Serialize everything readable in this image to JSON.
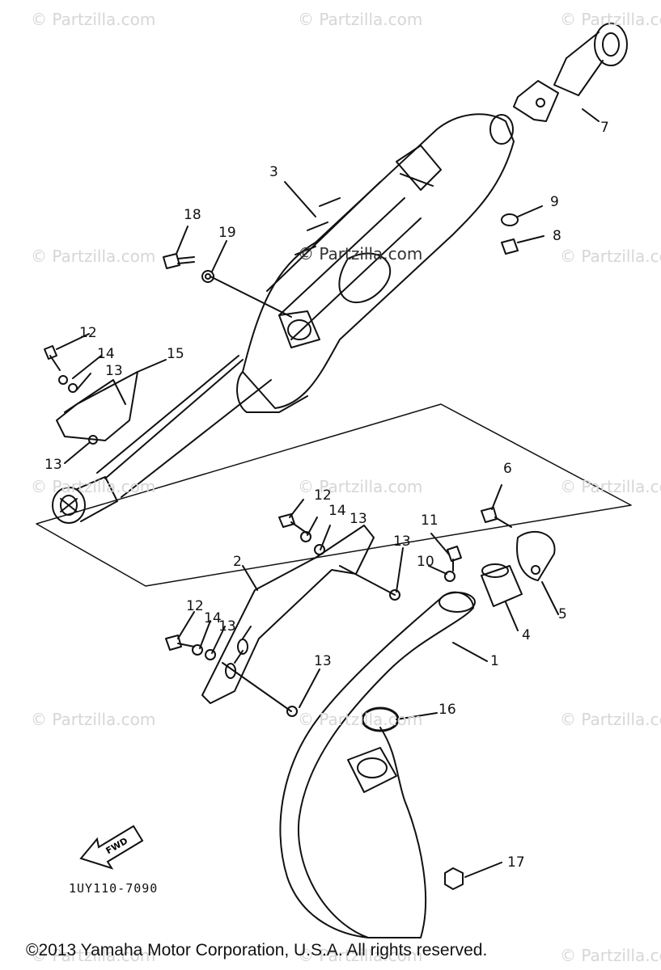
{
  "watermark": "© Partzilla.com",
  "callouts": [
    {
      "id": "c1",
      "text": "1"
    },
    {
      "id": "c2",
      "text": "2"
    },
    {
      "id": "c3",
      "text": "3"
    },
    {
      "id": "c4",
      "text": "4"
    },
    {
      "id": "c5",
      "text": "5"
    },
    {
      "id": "c6",
      "text": "6"
    },
    {
      "id": "c7",
      "text": "7"
    },
    {
      "id": "c8",
      "text": "8"
    },
    {
      "id": "c9",
      "text": "9"
    },
    {
      "id": "c10",
      "text": "10"
    },
    {
      "id": "c11",
      "text": "11"
    },
    {
      "id": "c12a",
      "text": "12"
    },
    {
      "id": "c12b",
      "text": "12"
    },
    {
      "id": "c12c",
      "text": "12"
    },
    {
      "id": "c13a",
      "text": "13"
    },
    {
      "id": "c13b",
      "text": "13"
    },
    {
      "id": "c13c",
      "text": "13"
    },
    {
      "id": "c13d",
      "text": "13"
    },
    {
      "id": "c13e",
      "text": "13"
    },
    {
      "id": "c13f",
      "text": "13"
    },
    {
      "id": "c14a",
      "text": "14"
    },
    {
      "id": "c14b",
      "text": "14"
    },
    {
      "id": "c14c",
      "text": "14"
    },
    {
      "id": "c15",
      "text": "15"
    },
    {
      "id": "c16",
      "text": "16"
    },
    {
      "id": "c17",
      "text": "17"
    },
    {
      "id": "c18",
      "text": "18"
    },
    {
      "id": "c19",
      "text": "19"
    }
  ],
  "fwd_label": "FWD",
  "drawing_code": "1UY110-7090",
  "copyright": "©2013  Yamaha Motor Corporation, U.S.A. All rights reserved."
}
